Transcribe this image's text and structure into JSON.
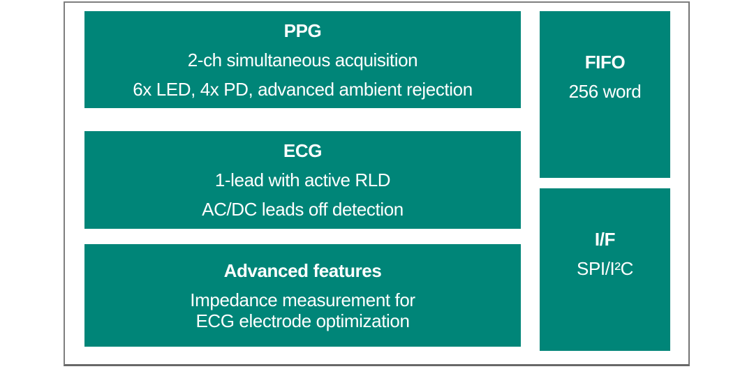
{
  "colors": {
    "block_fill": "#008578",
    "block_text": "#ffffff",
    "frame_border": "#7e7e7e",
    "background": "#ffffff"
  },
  "blocks": {
    "ppg": {
      "title": "PPG",
      "line1": "2-ch simultaneous acquisition",
      "line2": "6x LED, 4x PD, advanced ambient rejection"
    },
    "ecg": {
      "title": "ECG",
      "line1": "1-lead with active RLD",
      "line2": "AC/DC leads off detection"
    },
    "advanced": {
      "title": "Advanced features",
      "line1": "Impedance measurement for",
      "line2": "ECG electrode optimization"
    },
    "fifo": {
      "title": "FIFO",
      "line1": "256 word"
    },
    "interface": {
      "title": "I/F",
      "line1": "SPI/I²C"
    }
  }
}
